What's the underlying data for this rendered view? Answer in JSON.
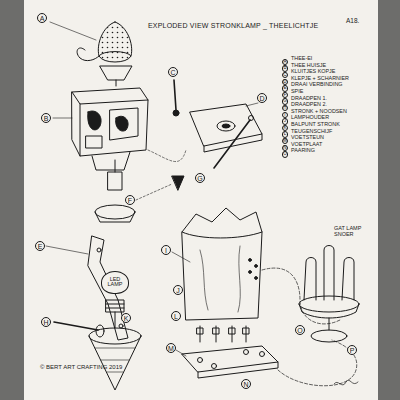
{
  "diagram": {
    "title": "EXPLODED VIEW STRONKLAMP _ THEELICHTJE",
    "nodes": [
      {
        "text": [
          "A"
        ]
      },
      {
        "text": [
          "B"
        ]
      },
      {
        "text": [
          "C"
        ]
      },
      {
        "text": [
          "D"
        ]
      },
      {
        "text": [
          "E"
        ]
      },
      {
        "text": [
          "F"
        ]
      },
      {
        "text": [
          "G"
        ]
      },
      {
        "text": [
          "H"
        ]
      },
      {
        "text": [
          "I"
        ]
      },
      {
        "text": [
          "J"
        ]
      },
      {
        "text": [
          "K"
        ]
      },
      {
        "text": [
          "L"
        ]
      },
      {
        "text": [
          "M"
        ]
      },
      {
        "text": [
          "N"
        ]
      },
      {
        "text": [
          "O"
        ]
      },
      {
        "text": [
          "P"
        ]
      },
      {
        "text": [
          "LED LAMP"
        ]
      },
      {
        "text": [
          "A"
        ]
      },
      {
        "text": [
          "B"
        ]
      },
      {
        "text": [
          "C"
        ]
      },
      {
        "text": [
          "D"
        ]
      },
      {
        "text": [
          "E"
        ]
      },
      {
        "text": [
          "F"
        ]
      },
      {
        "text": [
          "G"
        ]
      },
      {
        "text": [
          "H"
        ]
      },
      {
        "text": [
          "I"
        ]
      },
      {
        "text": [
          "J"
        ]
      },
      {
        "text": [
          "K"
        ]
      },
      {
        "text": [
          "L"
        ]
      },
      {
        "text": [
          "M"
        ]
      },
      {
        "text": [
          "N"
        ]
      },
      {
        "text": [
          "O"
        ]
      }
    ],
    "labels": [
      "A18.",
      "THEE-EI",
      "THEE HUISJE",
      "KLUITJES KOPJE",
      "KLEPJE + SCHARNIER",
      "DRAAI VERBINDING",
      "SPIE",
      "DRAADPEN 1.",
      "DRAADPEN 2.",
      "STRONK + NOODSEN",
      "LAMPHOUDER",
      "BALPUNT STRONK",
      "TEUGENSCHIJF",
      "VOETSTEUN",
      "VOETPLAAT",
      "PAARING",
      "GAT LAMP SNOER",
      "© BERT ART CRAFTING 2019"
    ]
  }
}
